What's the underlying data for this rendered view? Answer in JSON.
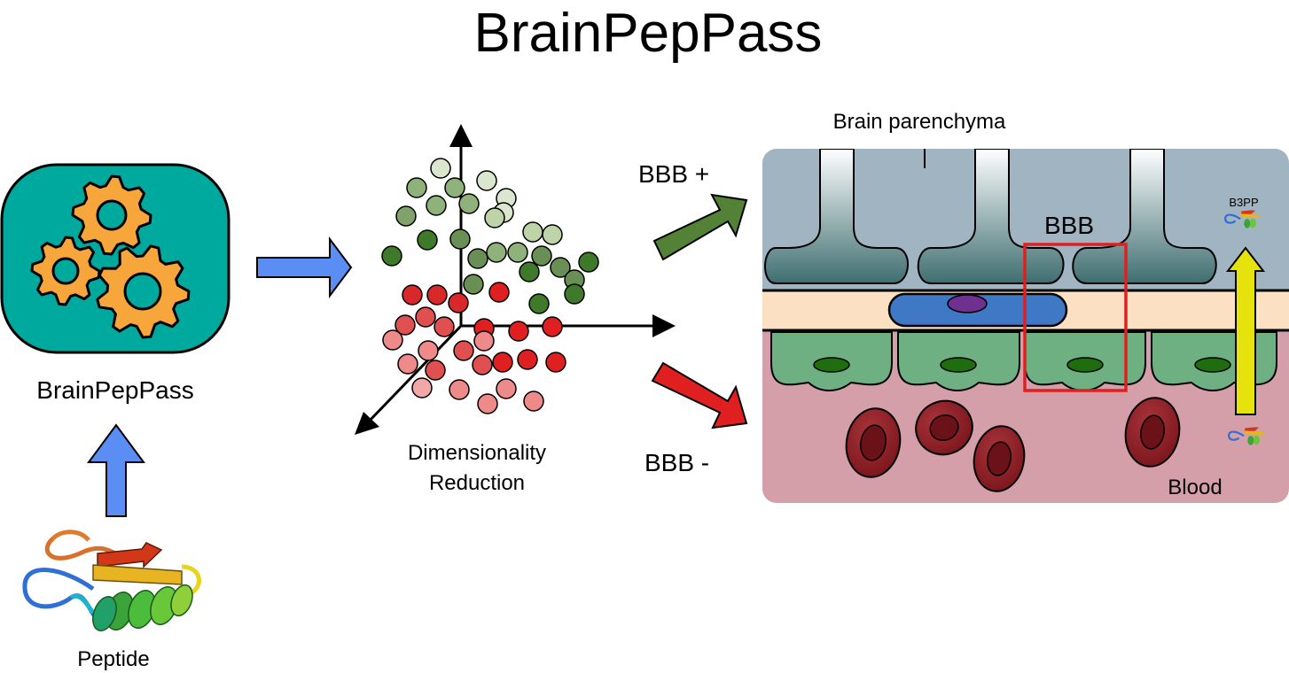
{
  "title": "BrainPepPass",
  "tool_label": "BrainPepPass",
  "peptide_label": "Peptide",
  "dr_label_line1": "Dimensionality",
  "dr_label_line2": "Reduction",
  "bbb_plus_label": "BBB +",
  "bbb_minus_label": "BBB -",
  "brain_label": "Brain parenchyma",
  "bbb_label": "BBB",
  "b3pp_label": "B3PP",
  "blood_label": "Blood",
  "colors": {
    "tool_box": "#00a99d",
    "gear": "#f7a63c",
    "flow_arrow": "#5b8ef5",
    "plus_arrow": "#538135",
    "minus_arrow": "#e02020",
    "brain_bg": "#a0b4c2",
    "astro_foot": "#406e72",
    "basement": "#fce0c4",
    "pericyte": "#3f78c4",
    "endothelium": "#6fb083",
    "blood_bg": "#d49fa9",
    "rbc": "#8a1e24",
    "highlight_box": "#e02020",
    "transport_arrow": "#e6e20e"
  },
  "icons": [
    "gear-icon",
    "peptide-ribbon-icon",
    "red-blood-cell-icon",
    "neuron-icon"
  ]
}
